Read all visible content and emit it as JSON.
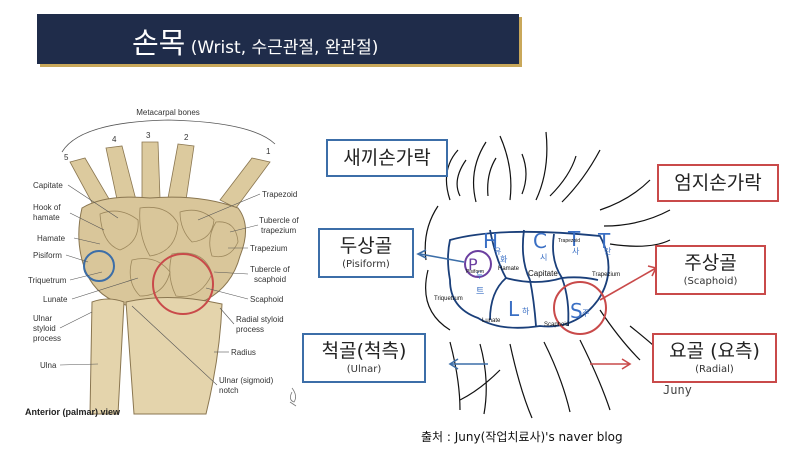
{
  "banner": {
    "title": "손목",
    "subtitle": " (Wrist, 수근관절, 완관절)"
  },
  "anatomy": {
    "header": "Metacarpal bones",
    "numbers": [
      "5",
      "4",
      "3",
      "2",
      "1"
    ],
    "left_labels": [
      "Capitate",
      "Hook of",
      "hamate",
      "Hamate",
      "Pisiform",
      "Triquetrum",
      "Lunate",
      "Ulnar",
      "styloid",
      "process",
      "Ulna"
    ],
    "right_labels": [
      "Trapezoid",
      "Tubercle of",
      "trapezium",
      "Trapezium",
      "Tubercle of",
      "scaphoid",
      "Scaphoid",
      "Radial styloid",
      "process",
      "Radius",
      "Ulnar (sigmoid)",
      "notch"
    ],
    "caption": "Anterior (palmar) view"
  },
  "sketch": {
    "letters": [
      "H",
      "C",
      "T",
      "T",
      "P",
      "L",
      "S",
      "트"
    ],
    "hangul": [
      "유",
      "시",
      "사",
      "하",
      "탄",
      "두",
      "주",
      "화"
    ],
    "labels": [
      "Hamate",
      "Capitate",
      "Trapezoid",
      "Trapezium",
      "Pisiform",
      "Triquetrum",
      "Lunate",
      "Scaphoid"
    ]
  },
  "boxes": {
    "little_finger": {
      "kr": "새끼손가락"
    },
    "thumb": {
      "kr": "엄지손가락"
    },
    "pisiform": {
      "kr": "두상골",
      "en": "(Pisiform)"
    },
    "scaphoid": {
      "kr": "주상골",
      "en": "(Scaphoid)"
    },
    "ulnar": {
      "kr": "척골(척측)",
      "en": "(Ulnar)"
    },
    "radial": {
      "kr": "요골 (요측)",
      "en": "(Radial)"
    }
  },
  "signature": "Juny",
  "credit": "출처 : Juny(작업치료사)'s naver blog",
  "colors": {
    "banner": "#1f2c4a",
    "banner_shadow": "#c9a85a",
    "blue": "#3c6ea8",
    "red": "#c94a4a",
    "bone": "#d9c69a"
  }
}
